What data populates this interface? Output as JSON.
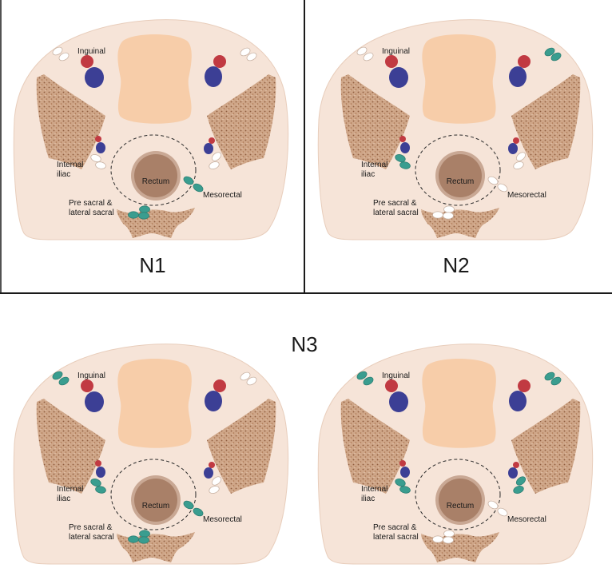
{
  "colors": {
    "body": "#f6e4d8",
    "bladder": "#f7cda9",
    "bone": "#c49a7e",
    "rectum": "#a98068",
    "rectum_ring": "#c9a894",
    "artery": "#c13a42",
    "vein": "#3c3f95",
    "involved_node": "#3a9d8f",
    "normal_node": "#ffffff",
    "divider": "#1a1a1a"
  },
  "stage_labels": {
    "n1": "N1",
    "n2": "N2",
    "n3": "N3"
  },
  "node_labels": {
    "inguinal": "Inguinal",
    "internal_iliac_1": "Internal",
    "internal_iliac_2": "iliac",
    "rectum": "Rectum",
    "mesorectal": "Mesorectal",
    "presacral_1": "Pre sacral &",
    "presacral_2": "lateral sacral"
  },
  "panels": [
    {
      "id": "n1-panel",
      "stage": "N1",
      "inguinal_left": "normal",
      "inguinal_right": "normal",
      "internal_iliac_left": "normal",
      "internal_iliac_right": "normal",
      "mesorectal": "involved",
      "presacral": "involved"
    },
    {
      "id": "n2-panel",
      "stage": "N2",
      "inguinal_left": "normal",
      "inguinal_right": "involved",
      "internal_iliac_left": "involved",
      "internal_iliac_right": "normal",
      "mesorectal": "normal",
      "presacral": "normal"
    },
    {
      "id": "n3-panel-left",
      "stage": "N3",
      "inguinal_left": "involved",
      "inguinal_right": "normal",
      "internal_iliac_left": "involved",
      "internal_iliac_right": "normal",
      "mesorectal": "involved",
      "presacral": "involved"
    },
    {
      "id": "n3-panel-right",
      "stage": "N3",
      "inguinal_left": "involved",
      "inguinal_right": "involved",
      "internal_iliac_left": "involved",
      "internal_iliac_right": "involved",
      "mesorectal": "normal",
      "presacral": "normal"
    }
  ]
}
